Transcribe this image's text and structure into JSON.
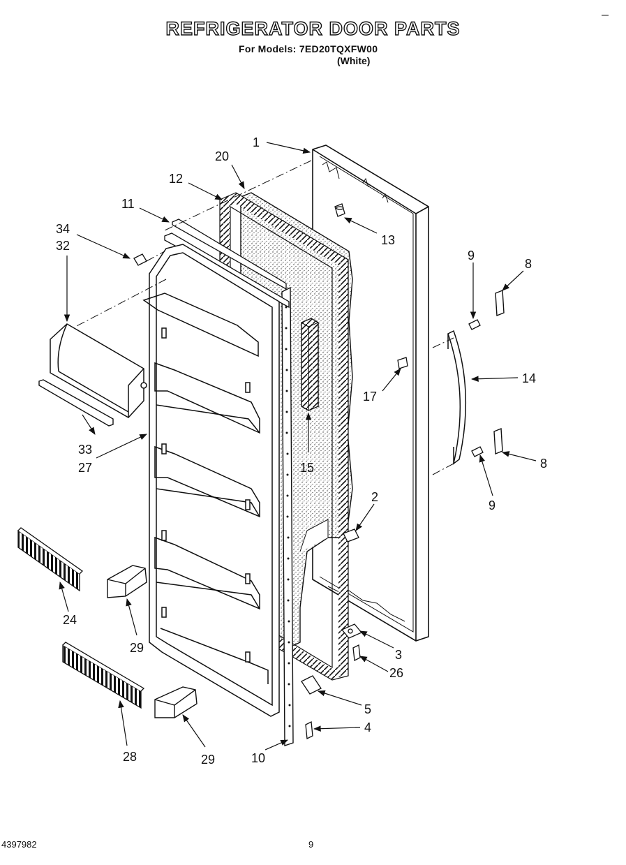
{
  "header": {
    "title": "REFRIGERATOR DOOR PARTS",
    "models_line": "For Models: 7ED20TQXFW00",
    "color_line": "(White)"
  },
  "footer": {
    "doc_number": "4397982",
    "page_number": "9"
  },
  "callouts": {
    "c1": "1",
    "c20": "20",
    "c12": "12",
    "c11": "11",
    "c34": "34",
    "c32": "32",
    "c13": "13",
    "c9a": "9",
    "c8a": "8",
    "c14": "14",
    "c17": "17",
    "c15": "15",
    "c33": "33",
    "c27": "27",
    "c8b": "8",
    "c9b": "9",
    "c2": "2",
    "c24": "24",
    "c29a": "29",
    "c3": "3",
    "c26": "26",
    "c5": "5",
    "c4": "4",
    "c28": "28",
    "c29b": "29",
    "c10": "10"
  }
}
